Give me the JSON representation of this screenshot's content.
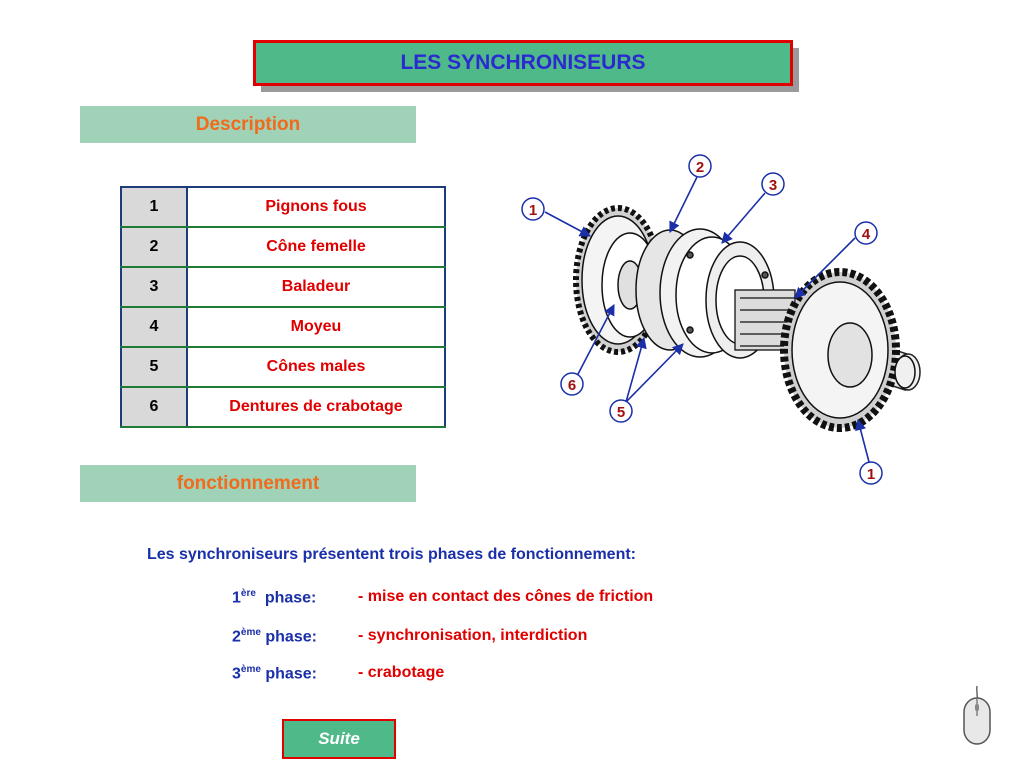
{
  "header": {
    "title": "LES SYNCHRONISEURS"
  },
  "sections": {
    "description": "Description",
    "fonctionnement": "fonctionnement"
  },
  "parts": [
    {
      "num": "1",
      "name": "Pignons fous"
    },
    {
      "num": "2",
      "name": "Cône femelle"
    },
    {
      "num": "3",
      "name": "Baladeur"
    },
    {
      "num": "4",
      "name": "Moyeu"
    },
    {
      "num": "5",
      "name": "Cônes males"
    },
    {
      "num": "6",
      "name": "Dentures de crabotage"
    }
  ],
  "diagram": {
    "callouts": [
      "1",
      "2",
      "3",
      "4",
      "5",
      "6",
      "1"
    ]
  },
  "intro": "Les synchroniseurs présentent trois phases de fonctionnement:",
  "phases": [
    {
      "num": "1",
      "sup": "ère",
      "label": "phase:",
      "desc": "-  mise en contact des cônes de friction"
    },
    {
      "num": "2",
      "sup": "ème",
      "label": "phase:",
      "desc": "-  synchronisation, interdiction"
    },
    {
      "num": "3",
      "sup": "ème",
      "label": "phase:",
      "desc": "-  crabotage"
    }
  ],
  "nav": {
    "next": "Suite"
  },
  "icons": {
    "mouse": "mouse-icon"
  },
  "colors": {
    "title_bg": "#4fb98a",
    "title_border": "#e00000",
    "title_text": "#2a2ad0",
    "section_bg": "#9fd2b6",
    "section_text": "#f26a1b",
    "part_text": "#e00000",
    "callout": "#a01010",
    "arrow": "#1a2fa8"
  }
}
